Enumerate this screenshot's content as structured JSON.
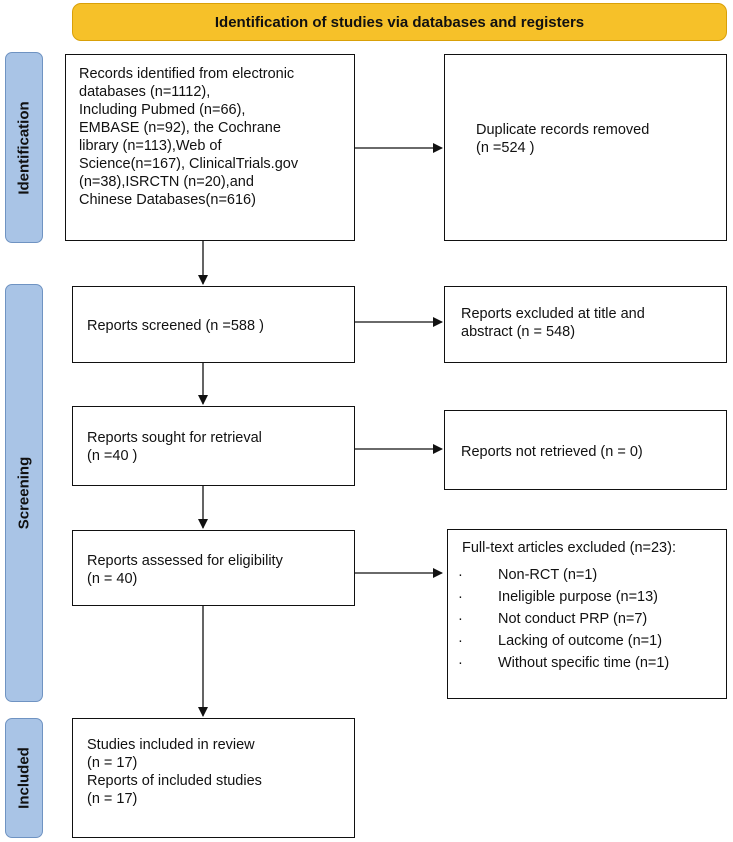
{
  "header": {
    "title": "Identification of studies via databases and registers"
  },
  "stages": {
    "identification": "Identification",
    "screening": "Screening",
    "included": "Included"
  },
  "boxes": {
    "records_identified": "Records identified from electronic\ndatabases (n=1112),\nIncluding Pubmed (n=66),\nEMBASE (n=92), the Cochrane\nlibrary (n=113),Web of\nScience(n=167), ClinicalTrials.gov\n(n=38),ISRCTN (n=20),and\nChinese Databases(n=616)",
    "duplicates_removed": "Duplicate records removed\n(n =524 )",
    "reports_screened": "Reports screened (n =588 )",
    "excluded_title_abstract": "Reports excluded at title and\nabstract (n = 548)",
    "sought_retrieval": "Reports sought for retrieval\n(n =40 )",
    "not_retrieved": "Reports not retrieved (n = 0)",
    "assessed_eligibility": "Reports assessed for eligibility\n(n = 40)",
    "fulltext_excluded": {
      "title": "Full-text articles excluded (n=23):",
      "bullet": "·",
      "items": [
        "Non-RCT (n=1)",
        "Ineligible purpose (n=13)",
        "Not conduct PRP (n=7)",
        "Lacking of outcome (n=1)",
        "Without specific time (n=1)"
      ]
    },
    "included_studies": "Studies included in review\n(n = 17)\nReports of included studies\n(n = 17)"
  }
}
